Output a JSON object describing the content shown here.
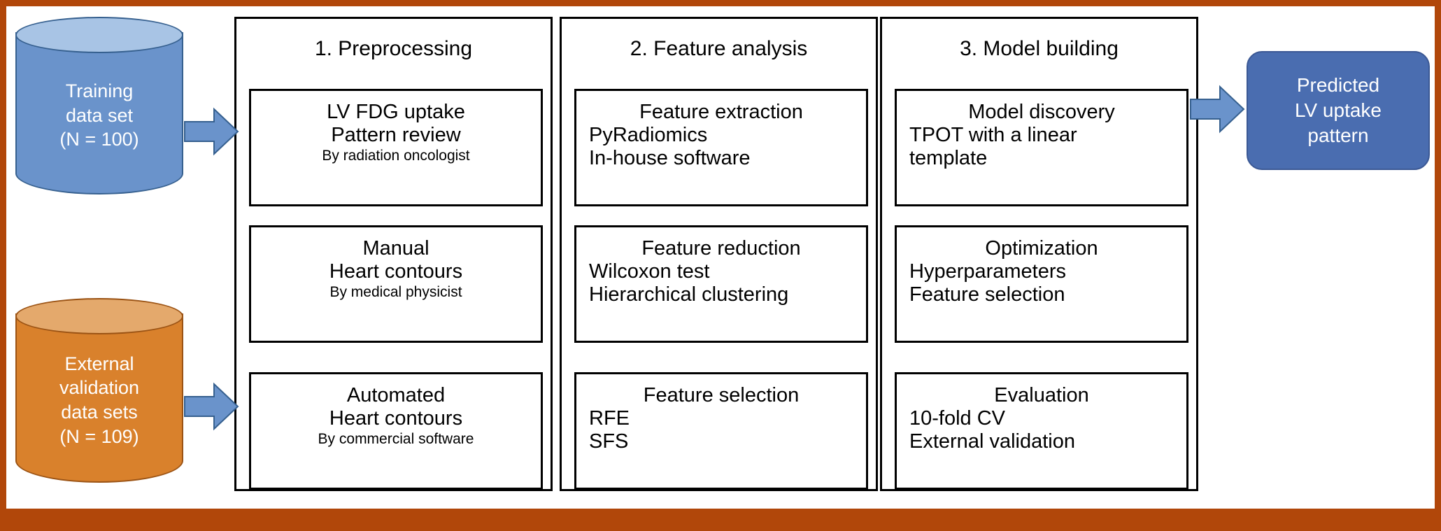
{
  "figure": {
    "type": "workflow-diagram",
    "frame_color": "#B1470A"
  },
  "inputs": [
    {
      "name": "training-data-cylinder",
      "lines": [
        "Training",
        "data set",
        "(N = 100)"
      ],
      "fill": "#6A93CB",
      "top_fill": "#A8C4E5",
      "stroke": "#36608F"
    },
    {
      "name": "external-validation-cylinder",
      "lines": [
        "External",
        "validation",
        "data sets",
        "(N = 109)"
      ],
      "fill": "#D9812C",
      "top_fill": "#E4A96C",
      "stroke": "#9B5314"
    }
  ],
  "arrows": {
    "color": "#6A93CB",
    "stroke": "#36608F",
    "names": [
      "arrow-training-to-preprocessing",
      "arrow-validation-to-preprocessing",
      "arrow-model-to-result"
    ]
  },
  "stages": [
    {
      "title": "1. Preprocessing",
      "steps": [
        {
          "heading": "LV FDG uptake",
          "lines": [
            "Pattern review"
          ],
          "note": "By radiation oncologist",
          "align": "center"
        },
        {
          "heading": "Manual",
          "lines": [
            "Heart contours"
          ],
          "note": "By medical physicist",
          "align": "center"
        },
        {
          "heading": "Automated",
          "lines": [
            "Heart contours"
          ],
          "note": "By commercial software",
          "align": "center"
        }
      ]
    },
    {
      "title": "2. Feature analysis",
      "steps": [
        {
          "heading": "Feature extraction",
          "lines": [
            "PyRadiomics",
            "In-house software"
          ],
          "note": "",
          "align": "left"
        },
        {
          "heading": "Feature reduction",
          "lines": [
            "Wilcoxon test",
            "Hierarchical clustering"
          ],
          "note": "",
          "align": "left"
        },
        {
          "heading": "Feature selection",
          "lines": [
            "RFE",
            "SFS"
          ],
          "note": "",
          "align": "left"
        }
      ]
    },
    {
      "title": "3. Model building",
      "steps": [
        {
          "heading": "Model discovery",
          "lines": [
            "TPOT with a linear",
            "template"
          ],
          "note": "",
          "align": "left"
        },
        {
          "heading": "Optimization",
          "lines": [
            "Hyperparameters",
            "Feature selection"
          ],
          "note": "",
          "align": "left"
        },
        {
          "heading": "Evaluation",
          "lines": [
            "10-fold CV",
            "External validation"
          ],
          "note": "",
          "align": "left"
        }
      ]
    }
  ],
  "result": {
    "name": "predicted-lv-uptake-pattern",
    "lines": [
      "Predicted",
      "LV uptake",
      "pattern"
    ],
    "fill": "#4A6DB0"
  }
}
